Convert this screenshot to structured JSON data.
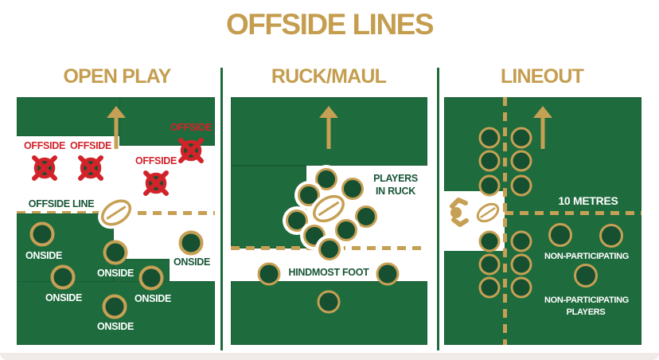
{
  "title": "OFFSIDE LINES",
  "colors": {
    "field_green": "#1e6b3d",
    "player_fill_green": "#165031",
    "gold": "#c6a054",
    "title_gold": "#c49d4f",
    "dark_green_text": "#175437",
    "offside_red": "#d2232a"
  },
  "panels": {
    "open_play": {
      "heading": "OPEN PLAY",
      "offside_line_label": "OFFSIDE LINE",
      "offside_markers": [
        {
          "label": "OFFSIDE"
        },
        {
          "label": "OFFSIDE"
        },
        {
          "label": "OFFSIDE"
        },
        {
          "label": "OFFSIDE"
        }
      ],
      "onside_players": [
        {
          "label": "ONSIDE"
        },
        {
          "label": "ONSIDE"
        },
        {
          "label": "ONSIDE"
        },
        {
          "label": "ONSIDE"
        },
        {
          "label": "ONSIDE"
        },
        {
          "label": "ONSIDE"
        }
      ]
    },
    "ruck_maul": {
      "heading": "RUCK/MAUL",
      "ruck_label_line1": "PLAYERS",
      "ruck_label_line2": "IN RUCK",
      "hindmost_label": "HINDMOST FOOT"
    },
    "lineout": {
      "heading": "LINEOUT",
      "ten_metres_label": "10 METRES",
      "non_participating_label": "NON-PARTICIPATING",
      "non_participating_players_line1": "NON-PARTICIPATING",
      "non_participating_players_line2": "PLAYERS"
    }
  }
}
